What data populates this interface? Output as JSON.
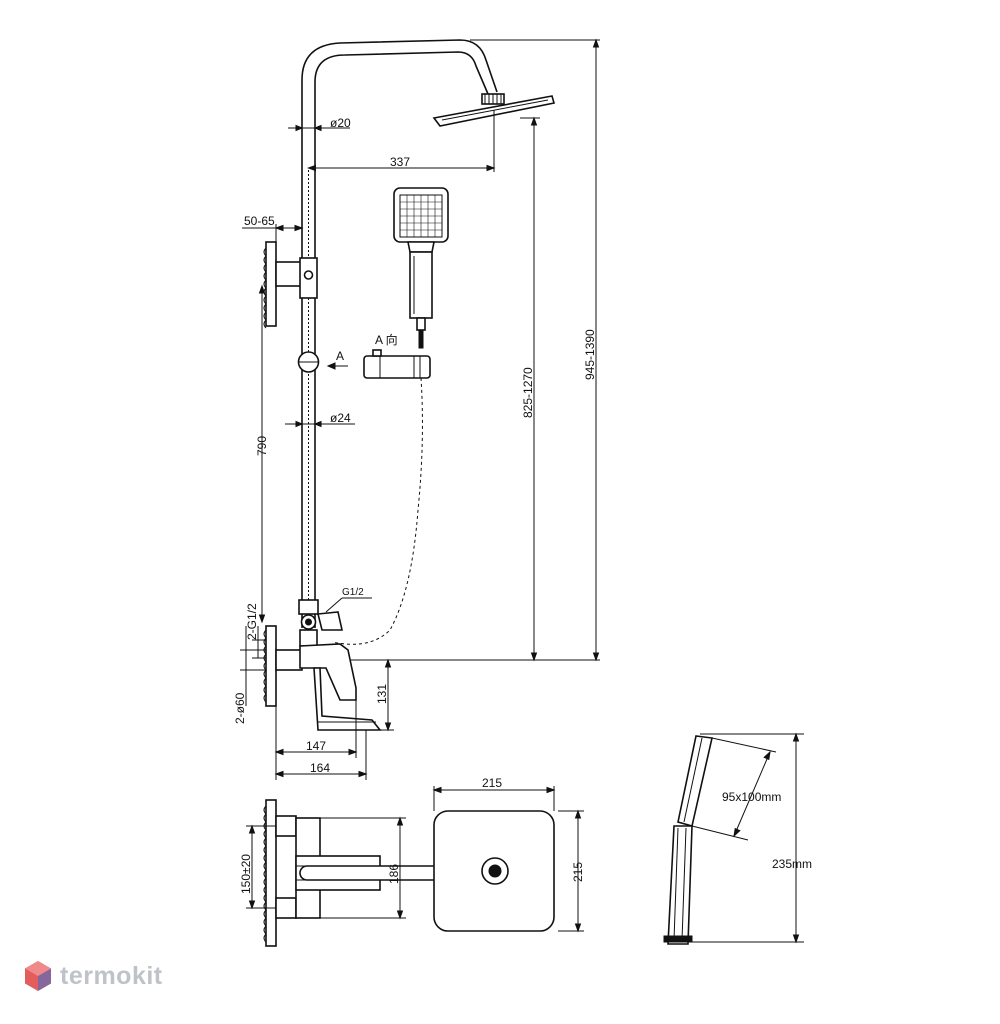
{
  "dimensions": {
    "dia_arm": "ø20",
    "dia_rail": "ø24",
    "arm_reach": "337",
    "bracket_offset": "50-65",
    "rail_height": "790",
    "hand_shower_height": "825-1270",
    "total_height": "945-1390",
    "outlet_thread": "G1/2",
    "inlet_threads": "2-G1/2",
    "inlet_covers": "2-ø60",
    "mixer_height": "131",
    "mixer_depth_147": "147",
    "mixer_depth_164": "164",
    "head_width": "215",
    "head_depth": "215",
    "inlet_spacing": "150±20",
    "mixer_plan": "186",
    "hand_head_size": "95x100mm",
    "hand_length": "235mm"
  },
  "view_label": {
    "arrow": "A",
    "direction": "A  向"
  },
  "brand": {
    "name": "termokit",
    "logo_color": "#e35d5d"
  }
}
